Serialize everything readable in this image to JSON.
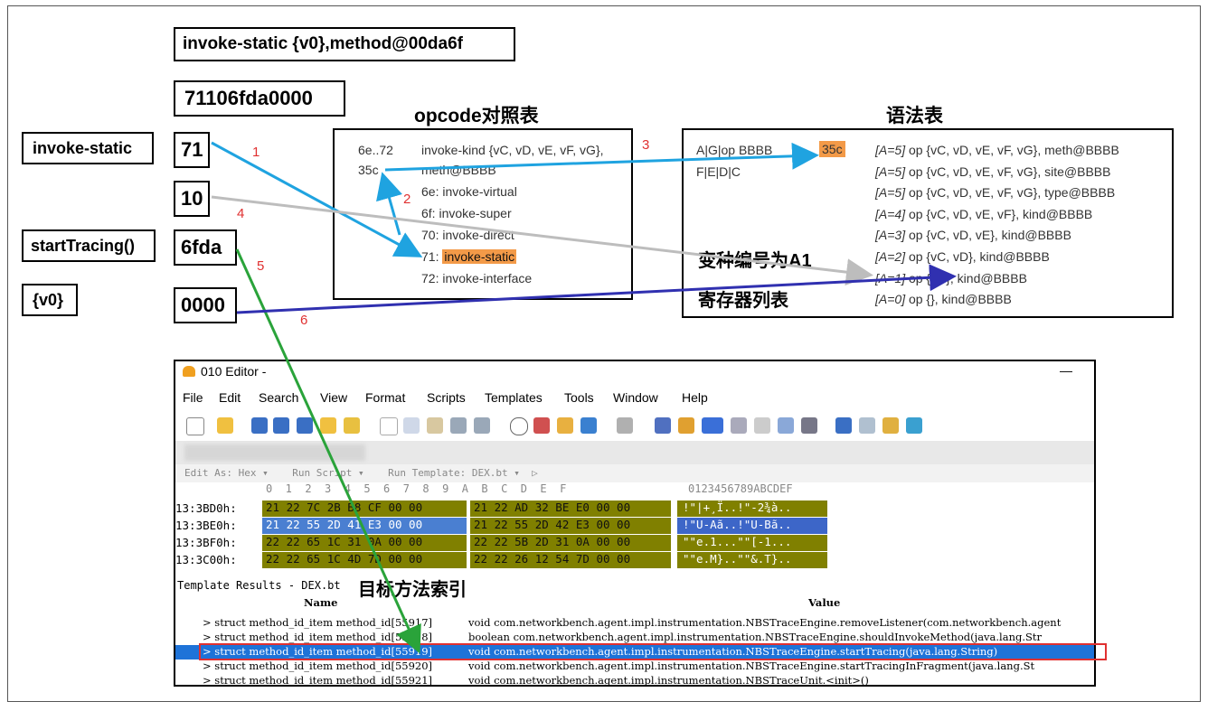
{
  "instruction_box": "invoke-static {v0},method@00da6f",
  "hex_code_box": "71106fda0000",
  "left_labels": [
    "invoke-static",
    "startTracing()",
    "{v0}"
  ],
  "byte_boxes": [
    "71",
    "10",
    "6fda",
    "0000"
  ],
  "arrow_numbers": [
    "1",
    "2",
    "3",
    "4",
    "5",
    "6"
  ],
  "opcode_panel": {
    "title": "opcode对照表",
    "lines": [
      {
        "code": "6e..72",
        "text": "invoke-kind {vC, vD, vE, vF, vG},"
      },
      {
        "code": "35c",
        "text": "meth@BBBB"
      },
      {
        "code": "",
        "text": "6e: invoke-virtual"
      },
      {
        "code": "",
        "text": "6f: invoke-super"
      },
      {
        "code": "",
        "text": "70: invoke-direct"
      },
      {
        "code": "",
        "prefix": "71: ",
        "text": "invoke-static"
      },
      {
        "code": "",
        "text": "72: invoke-interface"
      }
    ]
  },
  "syntax_panel": {
    "title": "语法表",
    "format_lines": [
      "A|G|op BBBB",
      "F|E|D|C"
    ],
    "format_code": "35c",
    "rows": [
      {
        "a": "[A=5] ",
        "rest": "op {vC, vD, vE, vF, vG}, meth@BBBB"
      },
      {
        "a": "[A=5] ",
        "rest": "op {vC, vD, vE, vF, vG}, site@BBBB"
      },
      {
        "a": "[A=5] ",
        "rest": "op {vC, vD, vE, vF, vG}, type@BBBB"
      },
      {
        "a": "[A=4] ",
        "rest": "op {vC, vD, vE, vF}, kind@BBBB"
      },
      {
        "a": "[A=3] ",
        "rest": "op {vC, vD, vE}, kind@BBBB"
      },
      {
        "a": "[A=2] ",
        "rest": "op {vC, vD}, kind@BBBB"
      },
      {
        "a": "[A=1] ",
        "rest": "op {vC}, kind@BBBB"
      },
      {
        "a": "[A=0] ",
        "rest": "op {}, kind@BBBB"
      }
    ],
    "note_variant": "变种编号为A1",
    "note_registers": "寄存器列表"
  },
  "target_note": "目标方法索引",
  "editor": {
    "title": "010 Editor -",
    "menu": [
      "File",
      "Edit",
      "Search",
      "View",
      "Format",
      "Scripts",
      "Templates",
      "Tools",
      "Window",
      "Help"
    ],
    "editbar": "Edit As: Hex ▾    Run Script ▾    Run Template: DEX.bt ▾  ▷",
    "hex_header": "0  1  2  3  4  5  6  7  8  9  A  B  C  D  E  F",
    "ascii_header": "0123456789ABCDEF",
    "hex_rows": [
      {
        "addr": "13:3BD0h:",
        "b1": "21 22 7C 2B B8 CF 00 00",
        "b2": "21 22 AD 32 BE E0 00 00",
        "ascii": "!\"|+¸Ï..!\"-2¾à.."
      },
      {
        "addr": "13:3BE0h:",
        "b1": "21 22 55 2D 41 E3 00 00",
        "b2": "21 22 55 2D 42 E3 00 00",
        "ascii": "!\"U-Aã..!\"U-Bã.."
      },
      {
        "addr": "13:3BF0h:",
        "b1": "22 22 65 1C 31 0A 00 00",
        "b2": "22 22 5B 2D 31 0A 00 00",
        "ascii": "\"\"e.1...\"\"[-1..."
      },
      {
        "addr": "13:3C00h:",
        "b1": "22 22 65 1C 4D 7D 00 00",
        "b2": "22 22 26 12 54 7D 00 00",
        "ascii": "\"\"e.M}..\"\"&.T}.."
      }
    ],
    "template_results": "Template Results - DEX.bt",
    "col_name": "Name",
    "col_value": "Value",
    "rows": [
      {
        "name": "> struct method_id_item method_id[55917]",
        "value": "void com.networkbench.agent.impl.instrumentation.NBSTraceEngine.removeListener(com.networkbench.agent"
      },
      {
        "name": "> struct method_id_item method_id[55918]",
        "value": "boolean com.networkbench.agent.impl.instrumentation.NBSTraceEngine.shouldInvokeMethod(java.lang.Str"
      },
      {
        "name": "> struct method_id_item method_id[55919]",
        "value": "void com.networkbench.agent.impl.instrumentation.NBSTraceEngine.startTracing(java.lang.String)"
      },
      {
        "name": "> struct method_id_item method_id[55920]",
        "value": "void com.networkbench.agent.impl.instrumentation.NBSTraceEngine.startTracingInFragment(java.lang.St"
      },
      {
        "name": "> struct method_id_item method_id[55921]",
        "value": "void com.networkbench.agent.impl.instrumentation.NBSTraceUnit.<init>()"
      }
    ]
  },
  "colors": {
    "arrow_blue": "#1fa3e0",
    "arrow_gray": "#bdbdbd",
    "arrow_green": "#2aa33a",
    "arrow_navy": "#3030b0",
    "highlight_orange": "#f39a48",
    "number_red": "#e03030"
  }
}
